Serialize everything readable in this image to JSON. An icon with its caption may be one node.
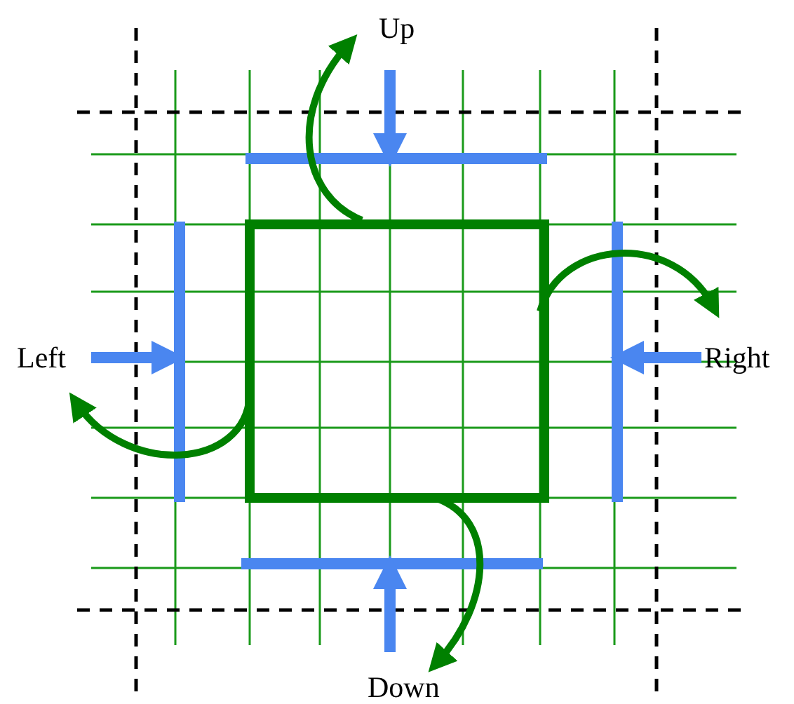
{
  "diagram": {
    "labels": [
      "Up",
      "Left",
      "Right",
      "Down"
    ]
  }
}
